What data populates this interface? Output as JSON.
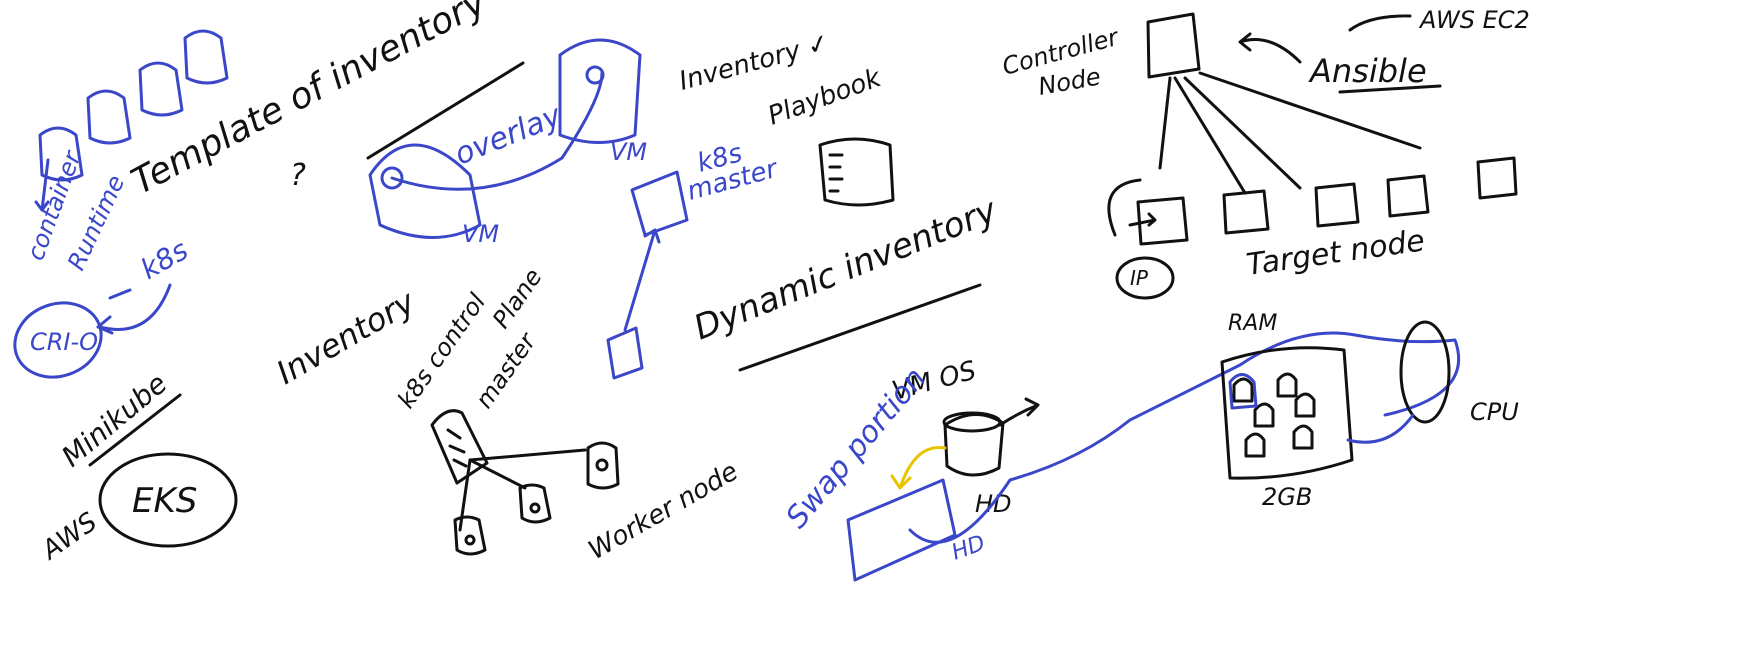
{
  "colors": {
    "black_ink": "#111111",
    "blue_ink": "#3a47c9",
    "yellow_ink": "#e8c400",
    "background": "#ffffff"
  },
  "labels": {
    "template_of_inventory": "Template of inventory",
    "container_runtime_1": "container",
    "container_runtime_2": "Runtime",
    "k8s_left": "k8s",
    "crio": "CRI-O",
    "minikube": "Minikube",
    "aws": "AWS",
    "eks": "EKS",
    "question_mark": "?",
    "overlay": "overlay",
    "vm_left": "VM",
    "vm_mid": "VM",
    "inventory_mid": "Inventory",
    "k8s_control_plane_1": "k8s control",
    "k8s_control_plane_2": "Plane",
    "k8s_control_plane_3": "master",
    "worker_node": "Worker node",
    "inventory_top": "Inventory ✓",
    "playbook": "Playbook",
    "k8s_master_1": "k8s",
    "k8s_master_2": "master",
    "dynamic_inventory": "Dynamic inventory",
    "vm_os": "VM OS",
    "swap_partition": "Swap portion",
    "hd_1": "HD",
    "hd_2": "HD",
    "controller_node_1": "Controller",
    "controller_node_2": "Node",
    "ansible": "Ansible",
    "aws_ec2": "AWS EC2",
    "target_node": "Target node",
    "ip": "IP",
    "ram": "RAM",
    "ram_size": "2GB",
    "cpu": "CPU"
  }
}
